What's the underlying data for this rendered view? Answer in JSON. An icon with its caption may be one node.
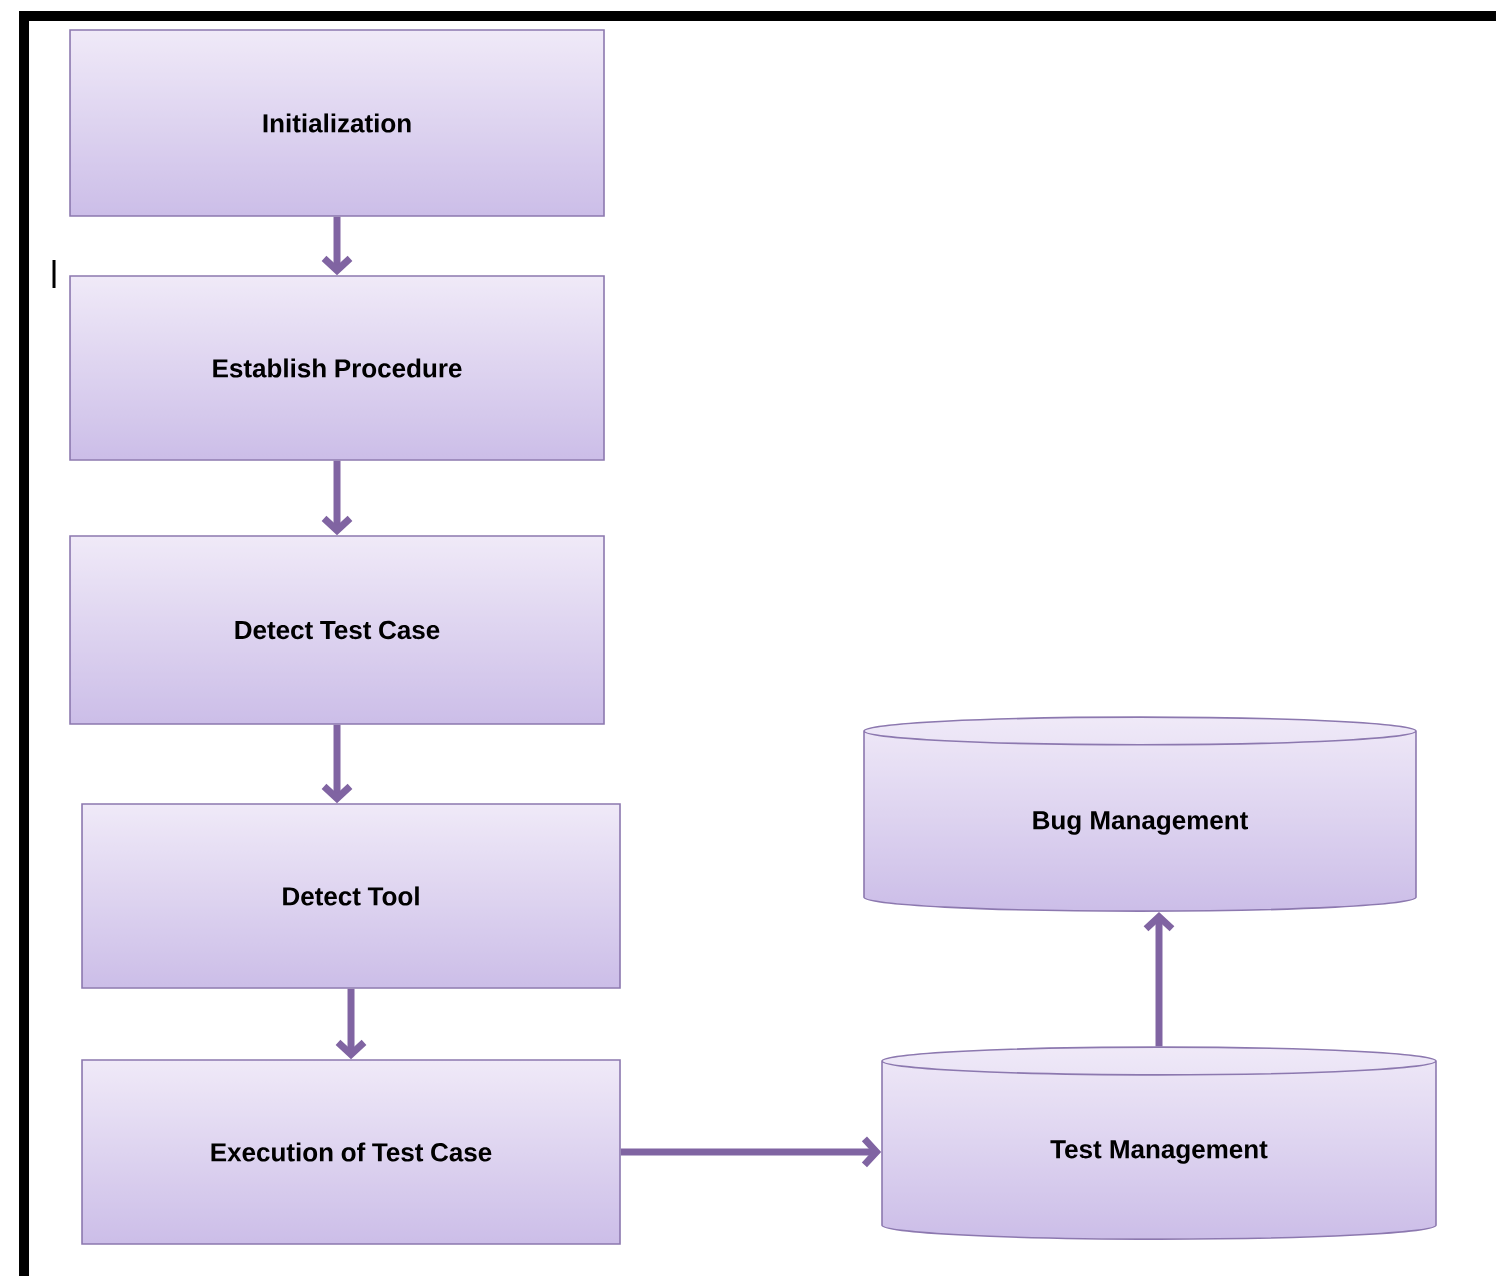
{
  "diagram": {
    "nodes": [
      {
        "text": [
          "Initialization"
        ]
      },
      {
        "text": [
          "Establish Procedure"
        ]
      },
      {
        "text": [
          "Detect Test Case"
        ]
      },
      {
        "text": [
          "Detect Tool"
        ]
      },
      {
        "text": [
          "Execution of Test Case"
        ]
      },
      {
        "text": [
          "Bug Management"
        ]
      },
      {
        "text": [
          "Test Management"
        ]
      }
    ],
    "edges": [
      {
        "from": 0,
        "to": 1,
        "arrow": "to"
      },
      {
        "from": 1,
        "to": 2,
        "arrow": "to"
      },
      {
        "from": 2,
        "to": 3,
        "arrow": "to"
      },
      {
        "from": 3,
        "to": 4,
        "arrow": "to"
      },
      {
        "from": 4,
        "to": 6,
        "arrow": "to"
      },
      {
        "from": 6,
        "to": 5,
        "arrow": "to"
      }
    ]
  }
}
